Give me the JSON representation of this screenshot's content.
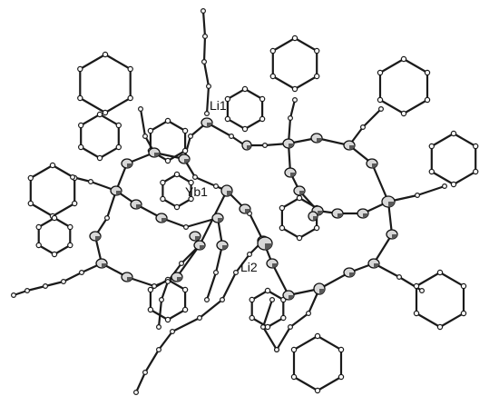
{
  "labels": {
    "li1": "Li1",
    "yb1": "Yb1",
    "li2": "Li2"
  }
}
